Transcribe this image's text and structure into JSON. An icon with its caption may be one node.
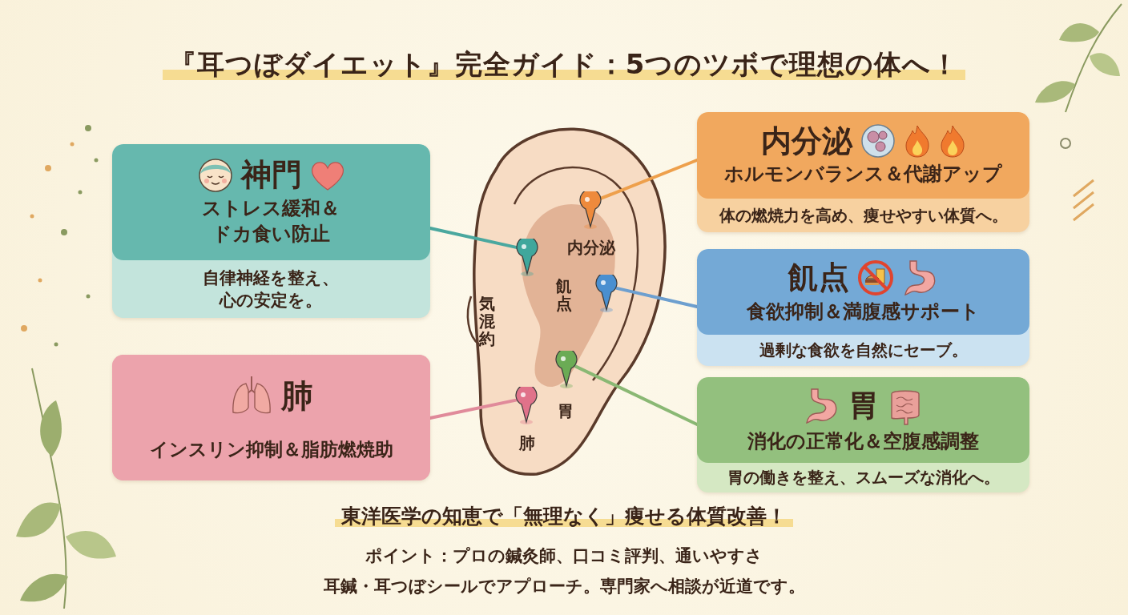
{
  "diagram": {
    "title": "『耳つぼダイエット』完全ガイド：5つのツボで理想の体へ！",
    "nodes": [
      {
        "text": [
          "神門",
          "ストレス緩和＆ドカ食い防止",
          "自律神経を整え、心の安定を。"
        ]
      },
      {
        "text": [
          "肺",
          "インスリン抑制＆脂肪燃焼助"
        ]
      },
      {
        "text": [
          "内分泌",
          "ホルモンバランス＆代謝アップ",
          "体の燃焼力を高め、痩せやすい体質へ。"
        ]
      },
      {
        "text": [
          "飢点",
          "食欲抑制＆満腹感サポート",
          "過剰な食欲を自然にセーブ。"
        ]
      },
      {
        "text": [
          "胃",
          "消化の正常化＆空腹感調整",
          "胃の働きを整え、スムーズな消化へ。"
        ]
      },
      {
        "text": [],
        "shape": "pin",
        "beside": [
          "内分泌"
        ]
      },
      {
        "text": [],
        "shape": "pin"
      },
      {
        "text": [],
        "shape": "pin",
        "beside": [
          "飢点"
        ]
      },
      {
        "text": [],
        "shape": "pin",
        "beside": [
          "胃"
        ]
      },
      {
        "text": [],
        "shape": "pin",
        "beside": [
          "肺"
        ]
      }
    ],
    "edges": [
      {
        "from": 0,
        "to": 6,
        "arrow": "none",
        "color": "#4aa89f"
      },
      {
        "from": 1,
        "to": 9,
        "arrow": "none",
        "color": "#e08a9a"
      },
      {
        "from": 2,
        "to": 5,
        "arrow": "none",
        "color": "#eea04c"
      },
      {
        "from": 3,
        "to": 7,
        "arrow": "none",
        "color": "#6d9fcf"
      },
      {
        "from": 4,
        "to": 8,
        "arrow": "none",
        "color": "#8ab874"
      }
    ],
    "labels": [
      "気混約",
      "東洋医学の知恵で「無理なく」痩せる体質改善！",
      "ポイント：プロの鍼灸師、口コミ評判、通いやすさ",
      "耳鍼・耳つぼシールでアプローチ。専門家へ相談が近道です。"
    ]
  }
}
